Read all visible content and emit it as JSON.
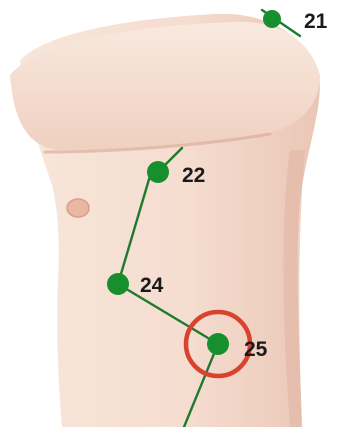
{
  "diagram": {
    "body_region": "torso-side",
    "colors": {
      "skin": "#f5ddd0",
      "skin_shadow": "#e8bfae",
      "nipple": "#e9b8a2",
      "meridian_line": "#1f7a2e",
      "acupoint": "#168f2c",
      "highlight_ring": "#d9422d",
      "background": "#ffffff"
    },
    "points": [
      {
        "id": "p21",
        "label": "21"
      },
      {
        "id": "p22",
        "label": "22"
      },
      {
        "id": "p24",
        "label": "24"
      },
      {
        "id": "p25",
        "label": "25",
        "highlighted": true
      }
    ]
  }
}
